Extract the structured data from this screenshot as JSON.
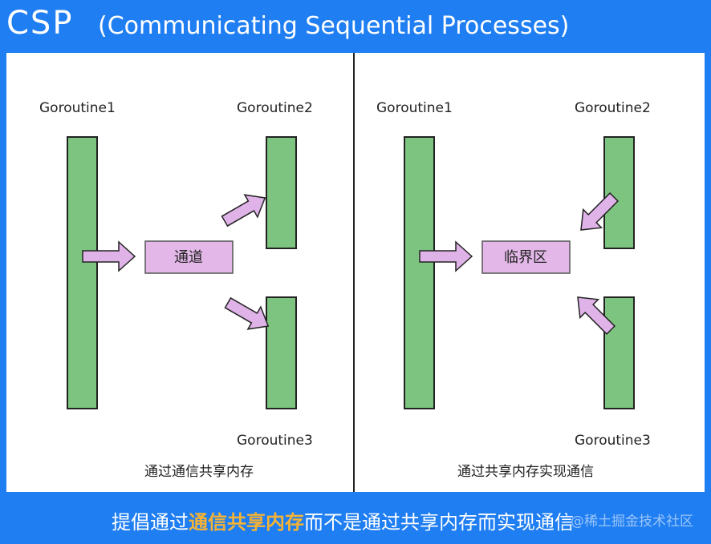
{
  "header": {
    "title": "CSP",
    "subtitle": "(Communicating Sequential Processes)"
  },
  "left_diagram": {
    "goroutine1": "Goroutine1",
    "goroutine2": "Goroutine2",
    "goroutine3": "Goroutine3",
    "box_label": "通道",
    "caption": "通过通信共享内存"
  },
  "right_diagram": {
    "goroutine1": "Goroutine1",
    "goroutine2": "Goroutine2",
    "goroutine3": "Goroutine3",
    "box_label": "临界区",
    "caption": "通过共享内存实现通信"
  },
  "footer": {
    "caption_prefix": "提倡通过",
    "caption_highlight": "通信共享内存",
    "caption_suffix": "而不是通过共享内存而实现通信",
    "watermark": "@稀土掘金技术社区"
  },
  "colors": {
    "background": "#1f7ef2",
    "bar_fill": "#7cc47f",
    "arrow_fill": "#e0b3e8",
    "box_fill": "#e3b8e8",
    "highlight": "#f5b335"
  }
}
